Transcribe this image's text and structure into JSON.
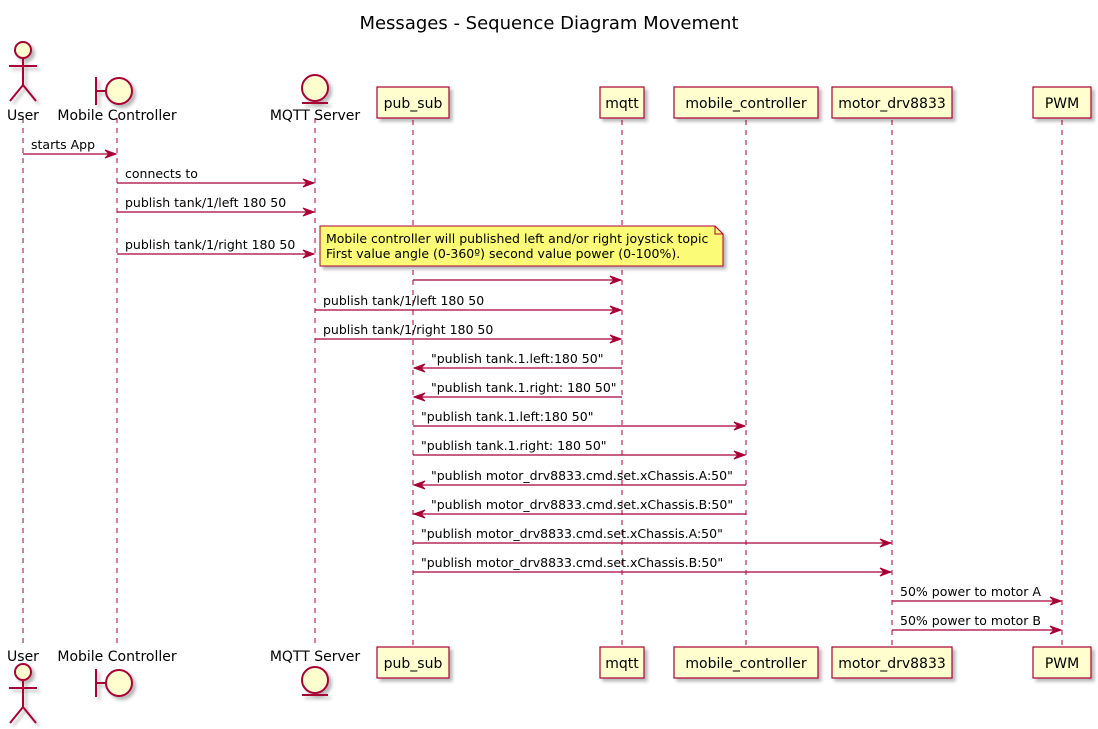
{
  "title": "Messages - Sequence Diagram Movement",
  "colors": {
    "line": "#A80036",
    "fill": "#FEFECE",
    "note_fill": "#FBFB77",
    "note_border": "#A80036",
    "shadow": "#cfcfcf"
  },
  "participants": [
    {
      "id": "user",
      "label": "User",
      "type": "actor"
    },
    {
      "id": "mobile",
      "label": "Mobile Controller",
      "type": "boundary"
    },
    {
      "id": "mqtt_server",
      "label": "MQTT Server",
      "type": "entity"
    },
    {
      "id": "pub_sub",
      "label": "pub_sub",
      "type": "box"
    },
    {
      "id": "mqtt",
      "label": "mqtt",
      "type": "box"
    },
    {
      "id": "mobile_controller",
      "label": "mobile_controller",
      "type": "box"
    },
    {
      "id": "motor_drv8833",
      "label": "motor_drv8833",
      "type": "box"
    },
    {
      "id": "pwm",
      "label": "PWM",
      "type": "box"
    }
  ],
  "messages": [
    {
      "from": "user",
      "to": "mobile",
      "label": "starts App"
    },
    {
      "from": "mobile",
      "to": "mqtt_server",
      "label": "connects to"
    },
    {
      "from": "mobile",
      "to": "mqtt_server",
      "label": "publish tank/1/left 180 50"
    },
    {
      "from": "mobile",
      "to": "mqtt_server",
      "label": "publish  tank/1/right 180 50"
    },
    {
      "from": "pub_sub",
      "to": "mqtt",
      "label": ""
    },
    {
      "from": "mqtt_server",
      "to": "mqtt",
      "label": "publish tank/1/left 180 50"
    },
    {
      "from": "mqtt_server",
      "to": "mqtt",
      "label": "publish  tank/1/right 180 50"
    },
    {
      "from": "mqtt",
      "to": "pub_sub",
      "label": "\"publish tank.1.left:180 50\""
    },
    {
      "from": "mqtt",
      "to": "pub_sub",
      "label": "\"publish tank.1.right: 180 50\""
    },
    {
      "from": "pub_sub",
      "to": "mobile_controller",
      "label": "\"publish tank.1.left:180 50\""
    },
    {
      "from": "pub_sub",
      "to": "mobile_controller",
      "label": "\"publish tank.1.right: 180 50\""
    },
    {
      "from": "mobile_controller",
      "to": "pub_sub",
      "label": "\"publish motor_drv8833.cmd.set.xChassis.A:50\""
    },
    {
      "from": "mobile_controller",
      "to": "pub_sub",
      "label": "\"publish motor_drv8833.cmd.set.xChassis.B:50\""
    },
    {
      "from": "pub_sub",
      "to": "motor_drv8833",
      "label": "\"publish motor_drv8833.cmd.set.xChassis.A:50\""
    },
    {
      "from": "pub_sub",
      "to": "motor_drv8833",
      "label": "\"publish motor_drv8833.cmd.set.xChassis.B:50\""
    },
    {
      "from": "motor_drv8833",
      "to": "pwm",
      "label": "50% power to motor A"
    },
    {
      "from": "motor_drv8833",
      "to": "pwm",
      "label": "50% power to motor B"
    }
  ],
  "note": {
    "after_message": 3,
    "lines": [
      "Mobile controller will published left and/or right joystick topic",
      "First value angle (0-360º) second value power (0-100%)."
    ]
  }
}
